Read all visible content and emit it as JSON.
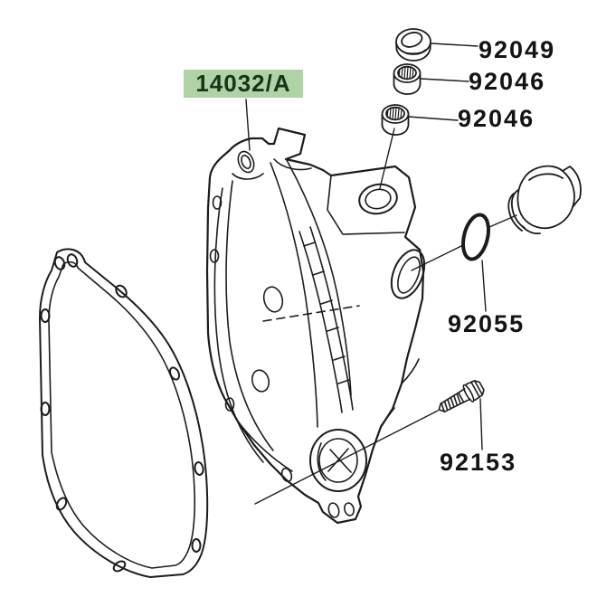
{
  "diagram": {
    "description": "Exploded parts diagram of a motorcycle clutch cover with gasket, bearings, seal, o-ring, filler cap and bolt",
    "line_color": "#1c1c1c",
    "background_color": "#ffffff",
    "highlight": {
      "bg": "#afd3a6",
      "text_color": "#173517"
    },
    "parts": [
      {
        "id": "clutch-cover",
        "number": "14032/A",
        "highlighted": true
      },
      {
        "id": "oil-seal",
        "number": "92049",
        "highlighted": false
      },
      {
        "id": "needle-bearing-upper",
        "number": "92046",
        "highlighted": false
      },
      {
        "id": "needle-bearing-lower",
        "number": "92046",
        "highlighted": false
      },
      {
        "id": "o-ring",
        "number": "92055",
        "highlighted": false
      },
      {
        "id": "flanged-bolt",
        "number": "92153",
        "highlighted": false
      }
    ]
  }
}
